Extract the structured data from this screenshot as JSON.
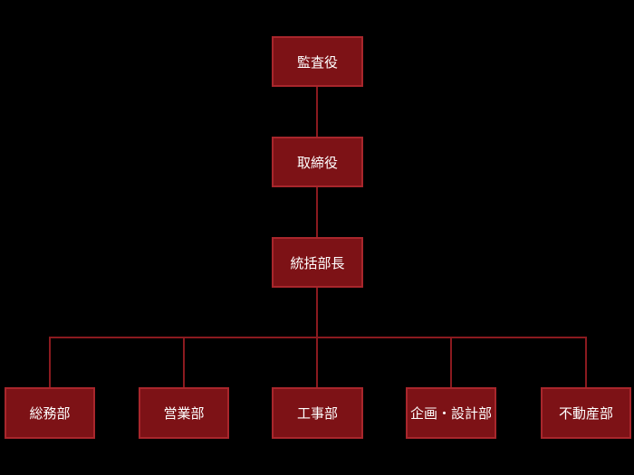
{
  "org_chart": {
    "top": [
      "監査役",
      "取締役",
      "統括部長"
    ],
    "departments": [
      "総務部",
      "営業部",
      "工事部",
      "企画・設計部",
      "不動産部"
    ]
  },
  "colors": {
    "background": "#000000",
    "box_fill": "#7d1216",
    "box_border": "#a8262c",
    "connector": "#8b1a1f",
    "text": "#ffffff"
  }
}
